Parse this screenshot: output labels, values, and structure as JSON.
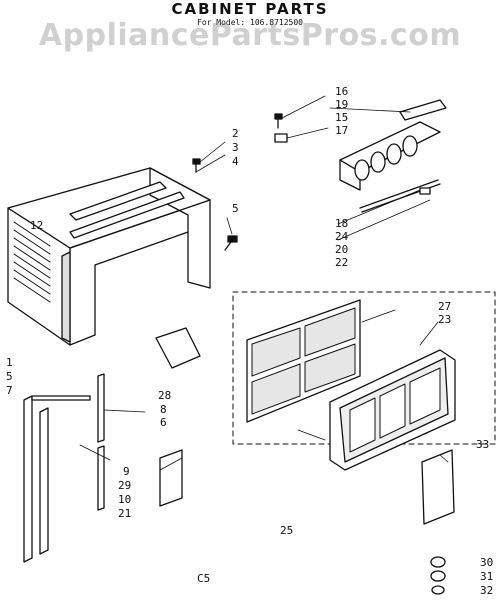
{
  "title": "CABINET PARTS",
  "subtitle": "For Model: 106.8712500",
  "watermark": "AppliancePartsPros.com",
  "footer_code": "C5",
  "callouts": {
    "p16": "16",
    "p19": "19",
    "p15": "15",
    "p17": "17",
    "p2": "2",
    "p3": "3",
    "p4": "4",
    "p5a": "5",
    "p12": "12",
    "p18": "18",
    "p24": "24",
    "p20": "20",
    "p22": "22",
    "p27": "27",
    "p23": "23",
    "p1": "1",
    "p5b": "5",
    "p7": "7",
    "p28": "28",
    "p8": "8",
    "p6": "6",
    "p33": "33",
    "p9": "9",
    "p29": "29",
    "p10": "10",
    "p21": "21",
    "p25": "25",
    "p30": "30",
    "p31": "31",
    "p32": "32"
  }
}
